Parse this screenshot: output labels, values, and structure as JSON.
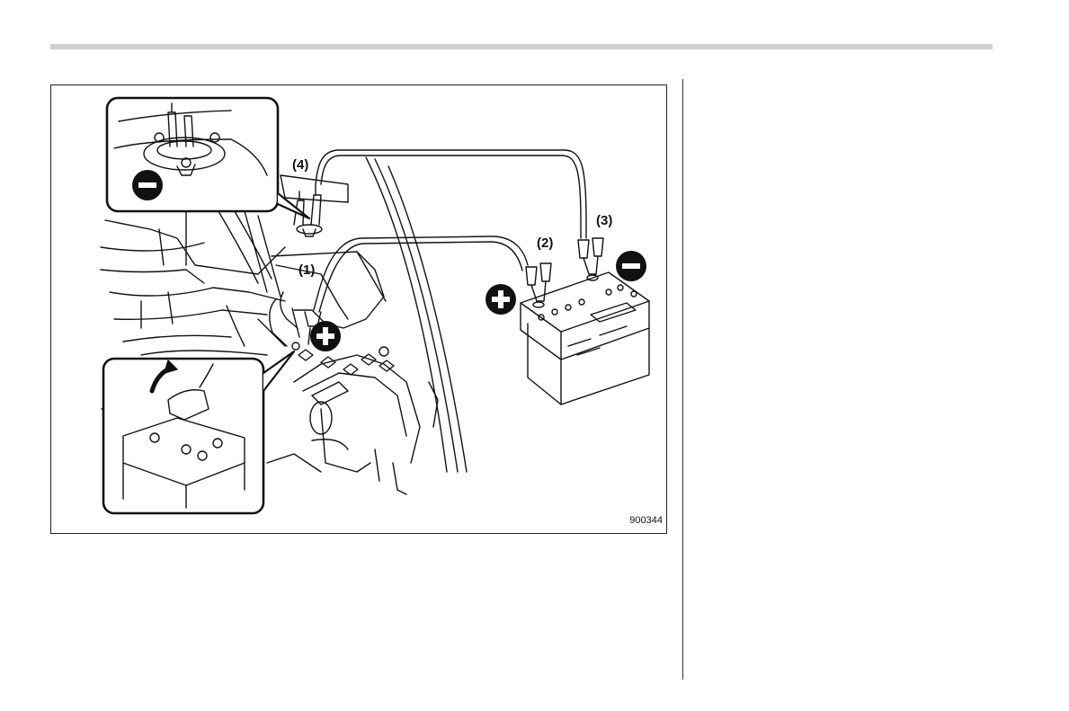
{
  "figure": {
    "labels": {
      "cable_1": "(1)",
      "cable_2": "(2)",
      "cable_3": "(3)",
      "cable_4": "(4)"
    },
    "figure_code": "900344",
    "symbols": {
      "positive": "plus-sign-icon",
      "negative": "minus-sign-icon"
    },
    "colors": {
      "line": "#111111",
      "rule": "#cfcfcf"
    }
  }
}
